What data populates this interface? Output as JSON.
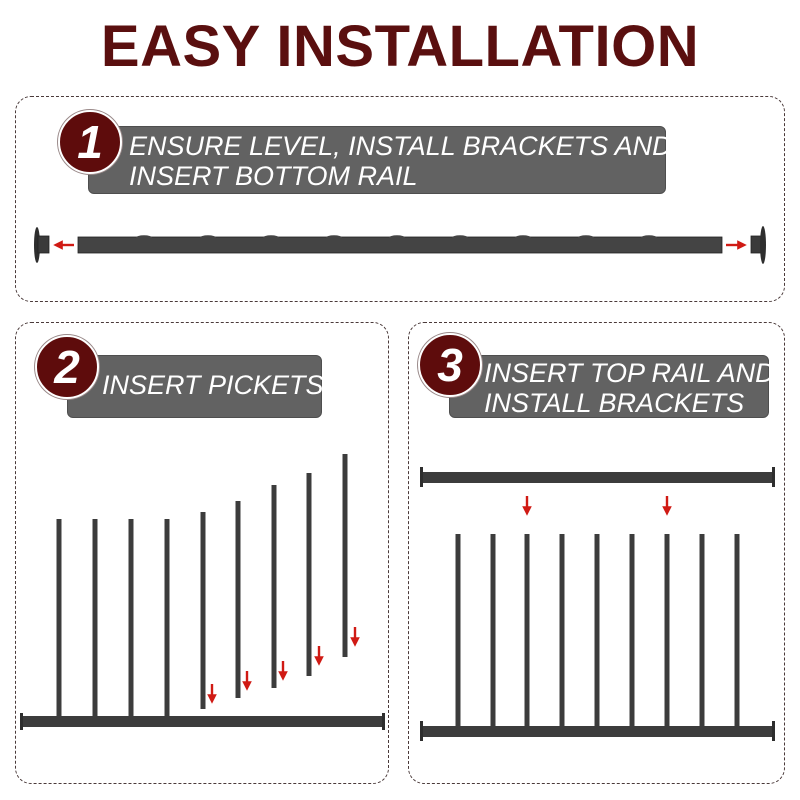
{
  "title": "EASY INSTALLATION",
  "colors": {
    "title": "#5a0f0f",
    "step_circle": "#5e0c0c",
    "banner": "#626262",
    "rail": "#3c3c3c",
    "arrow": "#d01a14",
    "box_border": "#4a3a3a"
  },
  "steps": [
    {
      "number": "1",
      "lines": [
        "ENSURE LEVEL, INSTALL BRACKETS AND",
        "INSERT BOTTOM RAIL"
      ],
      "illustration": "bottom-rail-with-brackets"
    },
    {
      "number": "2",
      "lines": [
        "INSERT PICKETS"
      ],
      "illustration": "pickets-inserting-into-bottom-rail"
    },
    {
      "number": "3",
      "lines": [
        "INSERT TOP RAIL AND",
        "INSTALL BRACKETS"
      ],
      "illustration": "top-rail-over-picket-panel"
    }
  ],
  "icons": {
    "arrow": "red-arrow-icon",
    "bracket": "wall-bracket-icon"
  }
}
